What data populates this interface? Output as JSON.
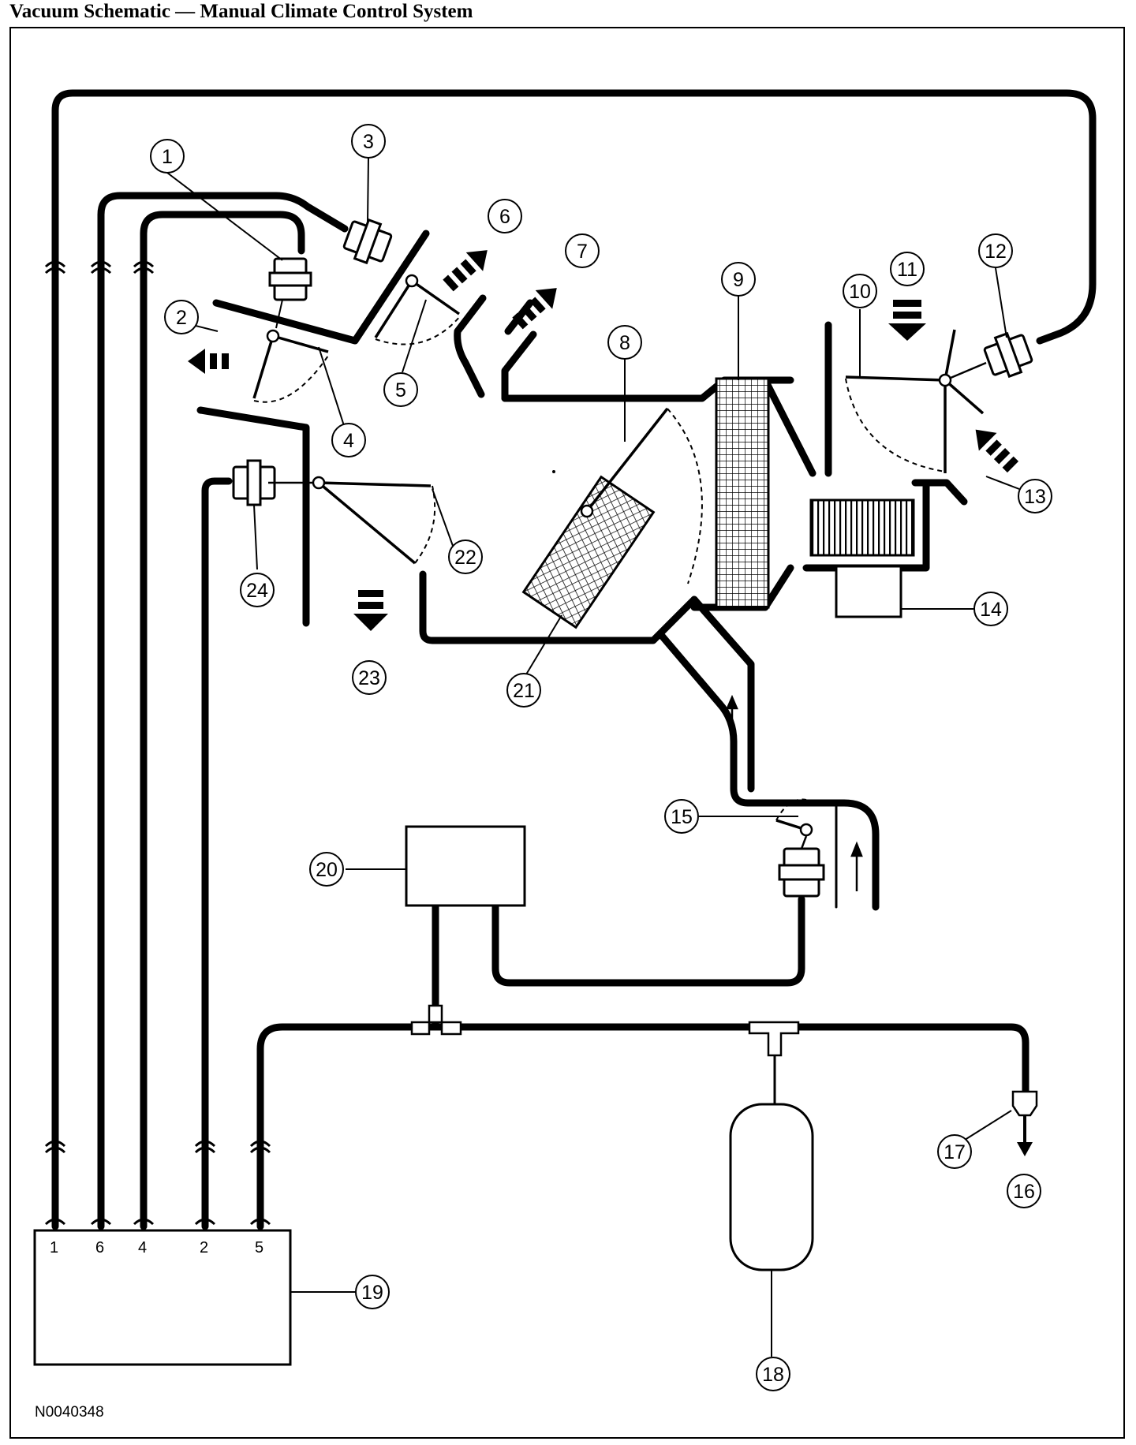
{
  "title": "Vacuum Schematic — Manual Climate Control System",
  "figure_id": "N0040348",
  "callouts": [
    "1",
    "2",
    "3",
    "4",
    "5",
    "6",
    "7",
    "8",
    "9",
    "10",
    "11",
    "12",
    "13",
    "14",
    "15",
    "16",
    "17",
    "18",
    "19",
    "20",
    "21",
    "22",
    "23",
    "24"
  ],
  "control_ports": [
    "1",
    "6",
    "4",
    "2",
    "5"
  ]
}
